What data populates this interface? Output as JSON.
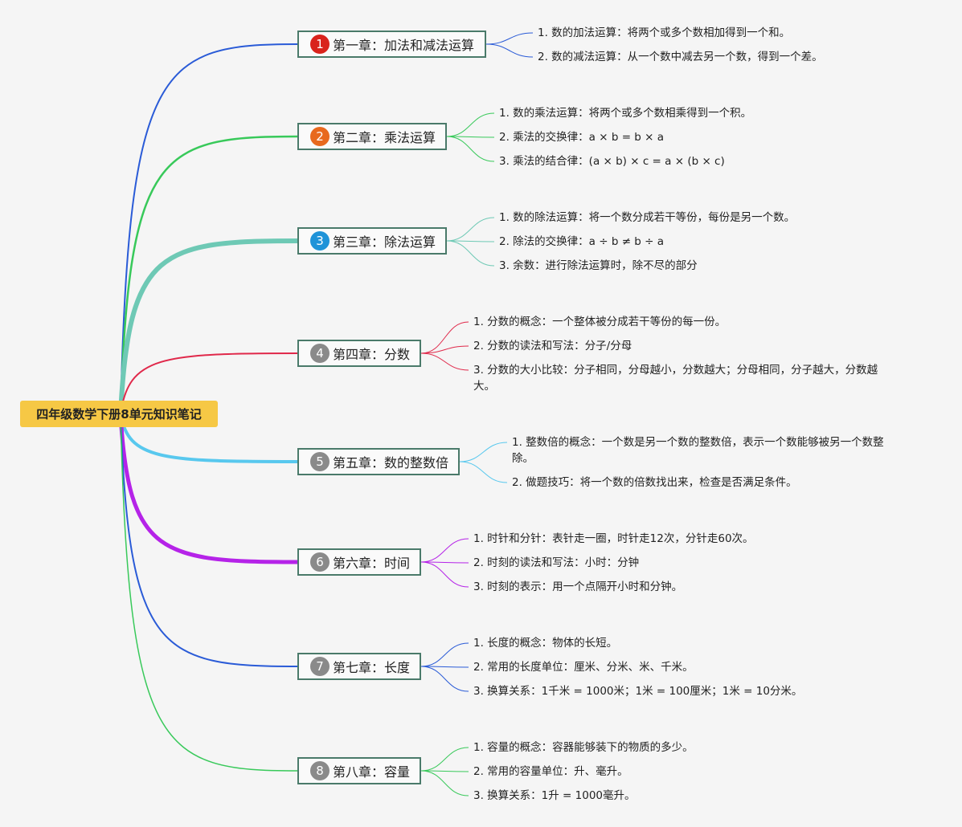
{
  "root": {
    "title": "四年级数学下册8单元知识笔记"
  },
  "chapters": [
    {
      "num": "1",
      "title": "第一章：加法和减法运算",
      "badge_color": "#d9231c",
      "line_color": "#2a5bd7",
      "items": [
        "1. 数的加法运算：将两个或多个数相加得到一个和。",
        "2. 数的减法运算：从一个数中减去另一个数，得到一个差。"
      ]
    },
    {
      "num": "2",
      "title": "第二章：乘法运算",
      "badge_color": "#e8691e",
      "line_color": "#38c95a",
      "items": [
        "1. 数的乘法运算：将两个或多个数相乘得到一个积。",
        "2. 乘法的交换律：a × b = b × a",
        "3. 乘法的结合律：(a × b) × c = a × (b × c)"
      ]
    },
    {
      "num": "3",
      "title": "第三章：除法运算",
      "badge_color": "#1f93d8",
      "line_color": "#6ec9b5",
      "items": [
        "1. 数的除法运算：将一个数分成若干等份，每份是另一个数。",
        "2. 除法的交换律：a ÷ b ≠ b ÷ a",
        "3. 余数：进行除法运算时，除不尽的部分"
      ]
    },
    {
      "num": "4",
      "title": "第四章：分数",
      "badge_color": "#8a8a8a",
      "line_color": "#e0284a",
      "items": [
        "1. 分数的概念：一个整体被分成若干等份的每一份。",
        "2. 分数的读法和写法：分子/分母",
        "3. 分数的大小比较：分子相同，分母越小，分数越大；分母相同，分子越大，分数越大。"
      ]
    },
    {
      "num": "5",
      "title": "第五章：数的整数倍",
      "badge_color": "#8a8a8a",
      "line_color": "#58c8ee",
      "items": [
        "1. 整数倍的概念：一个数是另一个数的整数倍，表示一个数能够被另一个数整除。",
        "2. 做题技巧：将一个数的倍数找出来，检查是否满足条件。"
      ]
    },
    {
      "num": "6",
      "title": "第六章：时间",
      "badge_color": "#8a8a8a",
      "line_color": "#b523e8",
      "items": [
        "1. 时针和分针：表针走一圈，时针走12次，分针走60次。",
        "2. 时刻的读法和写法：小时：分钟",
        "3. 时刻的表示：用一个点隔开小时和分钟。"
      ]
    },
    {
      "num": "7",
      "title": "第七章：长度",
      "badge_color": "#8a8a8a",
      "line_color": "#2a5bd7",
      "items": [
        "1. 长度的概念：物体的长短。",
        "2. 常用的长度单位：厘米、分米、米、千米。",
        "3. 换算关系：1千米 = 1000米；1米 = 100厘米；1米 = 10分米。"
      ]
    },
    {
      "num": "8",
      "title": "第八章：容量",
      "badge_color": "#8a8a8a",
      "line_color": "#38c95a",
      "items": [
        "1. 容量的概念：容器能够装下的物质的多少。",
        "2. 常用的容量单位：升、毫升。",
        "3. 换算关系：1升 = 1000毫升。"
      ]
    }
  ]
}
